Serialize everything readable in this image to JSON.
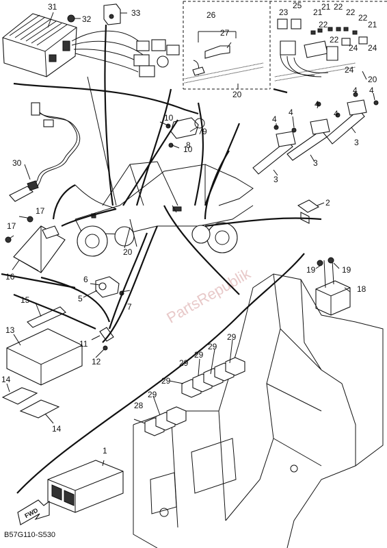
{
  "diagram": {
    "code": "B57G110-S530",
    "watermark": "PartsRepublik",
    "fwd_label": "FWD",
    "callouts": {
      "n1": "1",
      "n2": "2",
      "n3a": "3",
      "n3b": "3",
      "n3c": "3",
      "n4a": "4",
      "n4b": "4",
      "n4c": "4",
      "n4d": "4",
      "n4e": "4",
      "n4f": "4",
      "n5": "5",
      "n6": "6",
      "n7": "7",
      "n8": "8",
      "n9": "9",
      "n10a": "10",
      "n10b": "10",
      "n11": "11",
      "n12": "12",
      "n13": "13",
      "n14a": "14",
      "n14b": "14",
      "n15": "15",
      "n16": "16",
      "n17a": "17",
      "n17b": "17",
      "n18": "18",
      "n19a": "19",
      "n19b": "19",
      "n20a": "20",
      "n20b": "20",
      "n20c": "20",
      "n21a": "21",
      "n21b": "21",
      "n21c": "21",
      "n22a": "22",
      "n22b": "22",
      "n22c": "22",
      "n22d": "22",
      "n22e": "22",
      "n23": "23",
      "n24a": "24",
      "n24b": "24",
      "n24c": "24",
      "n25": "25",
      "n26": "26",
      "n27": "27",
      "n28": "28",
      "n29a": "29",
      "n29b": "29",
      "n29c": "29",
      "n29d": "29",
      "n29e": "29",
      "n29f": "29",
      "n30": "30",
      "n31": "31",
      "n32": "32",
      "n33": "33"
    }
  }
}
